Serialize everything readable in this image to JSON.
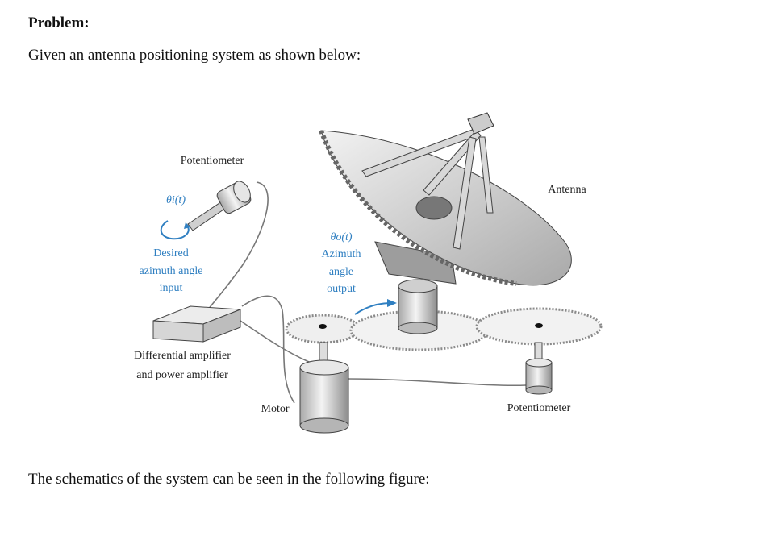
{
  "heading": "Problem:",
  "intro": "Given an antenna positioning system as shown below:",
  "outro": "The schematics of the system can be seen in the following figure:",
  "figure": {
    "potentiometer_top": "Potentiometer",
    "theta_i": "θi(t)",
    "desired_1": "Desired",
    "desired_2": "azimuth angle",
    "desired_3": "input",
    "amp_1": "Differential amplifier",
    "amp_2": "and power amplifier",
    "motor": "Motor",
    "theta_o": "θo(t)",
    "azimuth_1": "Azimuth",
    "azimuth_2": "angle",
    "azimuth_3": "output",
    "antenna": "Antenna",
    "potentiometer_bottom": "Potentiometer",
    "accent_color": "#2f7fc1"
  }
}
